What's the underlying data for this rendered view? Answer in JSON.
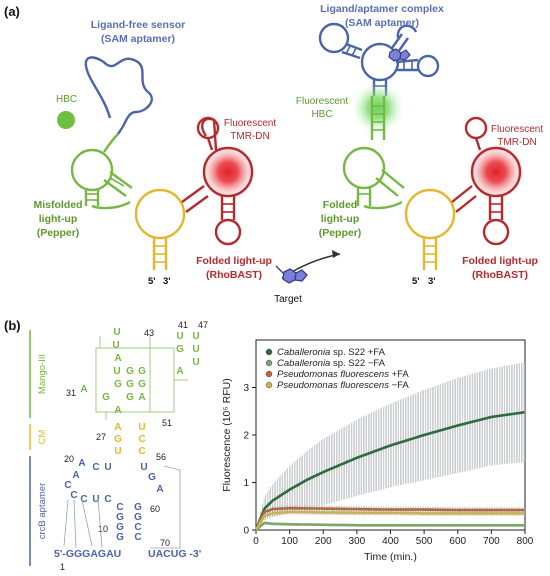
{
  "panel_a": {
    "label": "(a)",
    "left": {
      "sensor_title": "Ligand-free sensor",
      "sensor_sub": "(SAM aptamer)",
      "hbc": "HBC",
      "tmr_l1": "Fluorescent",
      "tmr_l2": "TMR-DN",
      "pepper_l1": "Misfolded",
      "pepper_l2": "light-up",
      "pepper_l3": "(Pepper)",
      "rho_l1": "Folded light-up",
      "rho_l2": "(RhoBAST)",
      "end5": "5'",
      "end3": "3'"
    },
    "target": "Target",
    "right": {
      "complex_title": "Ligand/aptamer complex",
      "complex_sub": "(SAM aptamer)",
      "hbc_l1": "Fluorescent",
      "hbc_l2": "HBC",
      "tmr_l1": "Fluorescent",
      "tmr_l2": "TMR-DN",
      "pepper_l1": "Folded",
      "pepper_l2": "light-up",
      "pepper_l3": "(Pepper)",
      "rho_l1": "Folded light-up",
      "rho_l2": "(RhoBAST)",
      "end5": "5'",
      "end3": "3'"
    }
  },
  "panel_b": {
    "label": "(b)",
    "side_labels": {
      "mango": "Mango-III",
      "cm": "CM",
      "aptamer": "crcB aptamer"
    },
    "seq_bottom_left": "5'-GGGAGAU",
    "seq_bottom_right": "UACUG -3'",
    "numbers": [
      "43",
      "41",
      "47",
      "31",
      "51",
      "27",
      "56",
      "20",
      "60",
      "10",
      "70",
      "1"
    ],
    "mango_letters": [
      "U",
      "U",
      "A",
      "U",
      "U",
      "G",
      "G",
      "G",
      "G",
      "G",
      "G",
      "G",
      "G",
      "A",
      "A",
      "A",
      "A",
      "U",
      "U",
      "U"
    ],
    "cm_letters": [
      "A",
      "U",
      "G",
      "C",
      "U",
      "C"
    ],
    "aptamer_left": [
      "A",
      "C",
      "U",
      "A",
      "C",
      "C",
      "C",
      "U",
      "C",
      "C",
      "G",
      "G",
      "G",
      "A",
      "U"
    ],
    "aptamer_right": [
      "U",
      "G",
      "A",
      "G",
      "G",
      "C",
      "C",
      "C",
      "C",
      "U"
    ],
    "colors": {
      "green": "#76b843",
      "yellow": "#e5b72e",
      "blue": "#4a64a8",
      "red": "#b52a2e",
      "gray": "#9aa3ad"
    }
  },
  "chart_data": {
    "type": "line",
    "xlabel": "Time (min.)",
    "ylabel": "Fluorescence (10⁵ RFU)",
    "xlim": [
      0,
      800
    ],
    "ylim": [
      0,
      4
    ],
    "xticks": [
      0,
      100,
      200,
      300,
      400,
      500,
      600,
      700,
      800
    ],
    "yticks": [
      0,
      1,
      2,
      3
    ],
    "legend_position": "top-left",
    "series": [
      {
        "name_italic": "Caballeronia",
        "name_rest": " sp. S22 +FA",
        "color": "#2d6a3e",
        "x": [
          0,
          25,
          50,
          100,
          150,
          200,
          300,
          400,
          500,
          600,
          700,
          800
        ],
        "y": [
          0,
          0.45,
          0.62,
          0.85,
          1.05,
          1.22,
          1.52,
          1.78,
          2.0,
          2.2,
          2.38,
          2.48
        ],
        "err": [
          0,
          0.25,
          0.35,
          0.5,
          0.6,
          0.7,
          0.8,
          0.88,
          0.95,
          1.0,
          1.02,
          1.05
        ]
      },
      {
        "name_italic": "Caballeronia",
        "name_rest": " sp. S22 −FA",
        "color": "#7fa66a",
        "x": [
          0,
          25,
          50,
          100,
          200,
          300,
          400,
          500,
          600,
          700,
          800
        ],
        "y": [
          0,
          0.15,
          0.13,
          0.12,
          0.11,
          0.1,
          0.1,
          0.1,
          0.1,
          0.1,
          0.1
        ],
        "err": [
          0,
          0.03,
          0.03,
          0.03,
          0.03,
          0.03,
          0.03,
          0.03,
          0.03,
          0.03,
          0.03
        ]
      },
      {
        "name_italic": "Pseudomonas fluorescens",
        "name_rest": " +FA",
        "color": "#b36a3a",
        "x": [
          0,
          25,
          50,
          100,
          200,
          300,
          400,
          500,
          600,
          700,
          800
        ],
        "y": [
          0,
          0.38,
          0.44,
          0.46,
          0.45,
          0.44,
          0.43,
          0.43,
          0.42,
          0.42,
          0.42
        ],
        "err": [
          0,
          0.06,
          0.06,
          0.06,
          0.06,
          0.06,
          0.06,
          0.06,
          0.06,
          0.06,
          0.06
        ]
      },
      {
        "name_italic": "Pseudomonas fluorescens",
        "name_rest": " −FA",
        "color": "#c7b25a",
        "x": [
          0,
          25,
          50,
          100,
          200,
          300,
          400,
          500,
          600,
          700,
          800
        ],
        "y": [
          0,
          0.3,
          0.35,
          0.38,
          0.37,
          0.36,
          0.36,
          0.35,
          0.35,
          0.35,
          0.35
        ],
        "err": [
          0,
          0.05,
          0.05,
          0.05,
          0.05,
          0.05,
          0.05,
          0.05,
          0.05,
          0.05,
          0.05
        ]
      }
    ]
  }
}
